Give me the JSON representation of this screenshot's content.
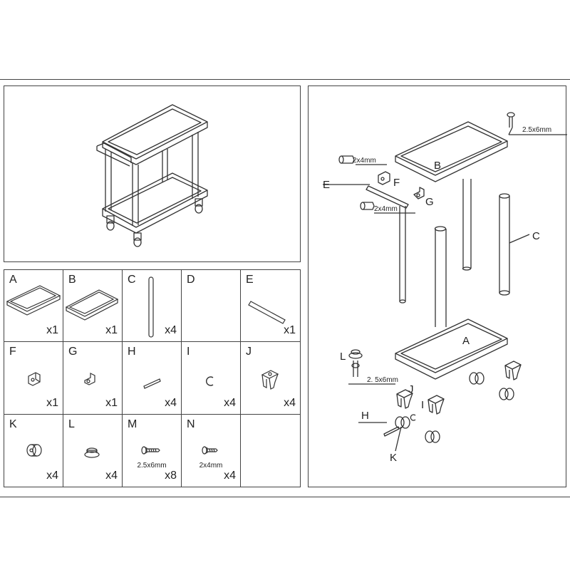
{
  "parts": [
    {
      "letter": "A",
      "qty": "x1",
      "spec": "",
      "icon": "bottom-tray-icon"
    },
    {
      "letter": "B",
      "qty": "x1",
      "spec": "",
      "icon": "top-tray-icon"
    },
    {
      "letter": "C",
      "qty": "x4",
      "spec": "",
      "icon": "leg-tube-icon"
    },
    {
      "letter": "D",
      "qty": "",
      "spec": "",
      "icon": ""
    },
    {
      "letter": "E",
      "qty": "x1",
      "spec": "",
      "icon": "handle-bar-icon"
    },
    {
      "letter": "F",
      "qty": "x1",
      "spec": "",
      "icon": "bracket-f-icon"
    },
    {
      "letter": "G",
      "qty": "x1",
      "spec": "",
      "icon": "bracket-g-icon"
    },
    {
      "letter": "H",
      "qty": "x4",
      "spec": "",
      "icon": "axle-pin-icon"
    },
    {
      "letter": "I",
      "qty": "x4",
      "spec": "",
      "icon": "clip-icon"
    },
    {
      "letter": "J",
      "qty": "x4",
      "spec": "",
      "icon": "caster-bracket-icon"
    },
    {
      "letter": "K",
      "qty": "x4",
      "spec": "",
      "icon": "wheel-icon"
    },
    {
      "letter": "L",
      "qty": "x4",
      "spec": "",
      "icon": "washer-cap-icon"
    },
    {
      "letter": "M",
      "qty": "x8",
      "spec": "2.5x6mm",
      "icon": "screw-icon"
    },
    {
      "letter": "N",
      "qty": "x4",
      "spec": "2x4mm",
      "icon": "screw-icon"
    },
    {
      "letter": "",
      "qty": "",
      "spec": "",
      "icon": ""
    }
  ],
  "diagram_labels": {
    "B": "B",
    "screw_b": "2.5x6mm",
    "screw_f": "2x4mm",
    "F": "F",
    "E": "E",
    "G": "G",
    "screw_g": "2x4mm",
    "C": "C",
    "A": "A",
    "L": "L",
    "screw_j": "2. 5x6mm",
    "J": "J",
    "I": "I",
    "H": "H",
    "K": "K"
  }
}
